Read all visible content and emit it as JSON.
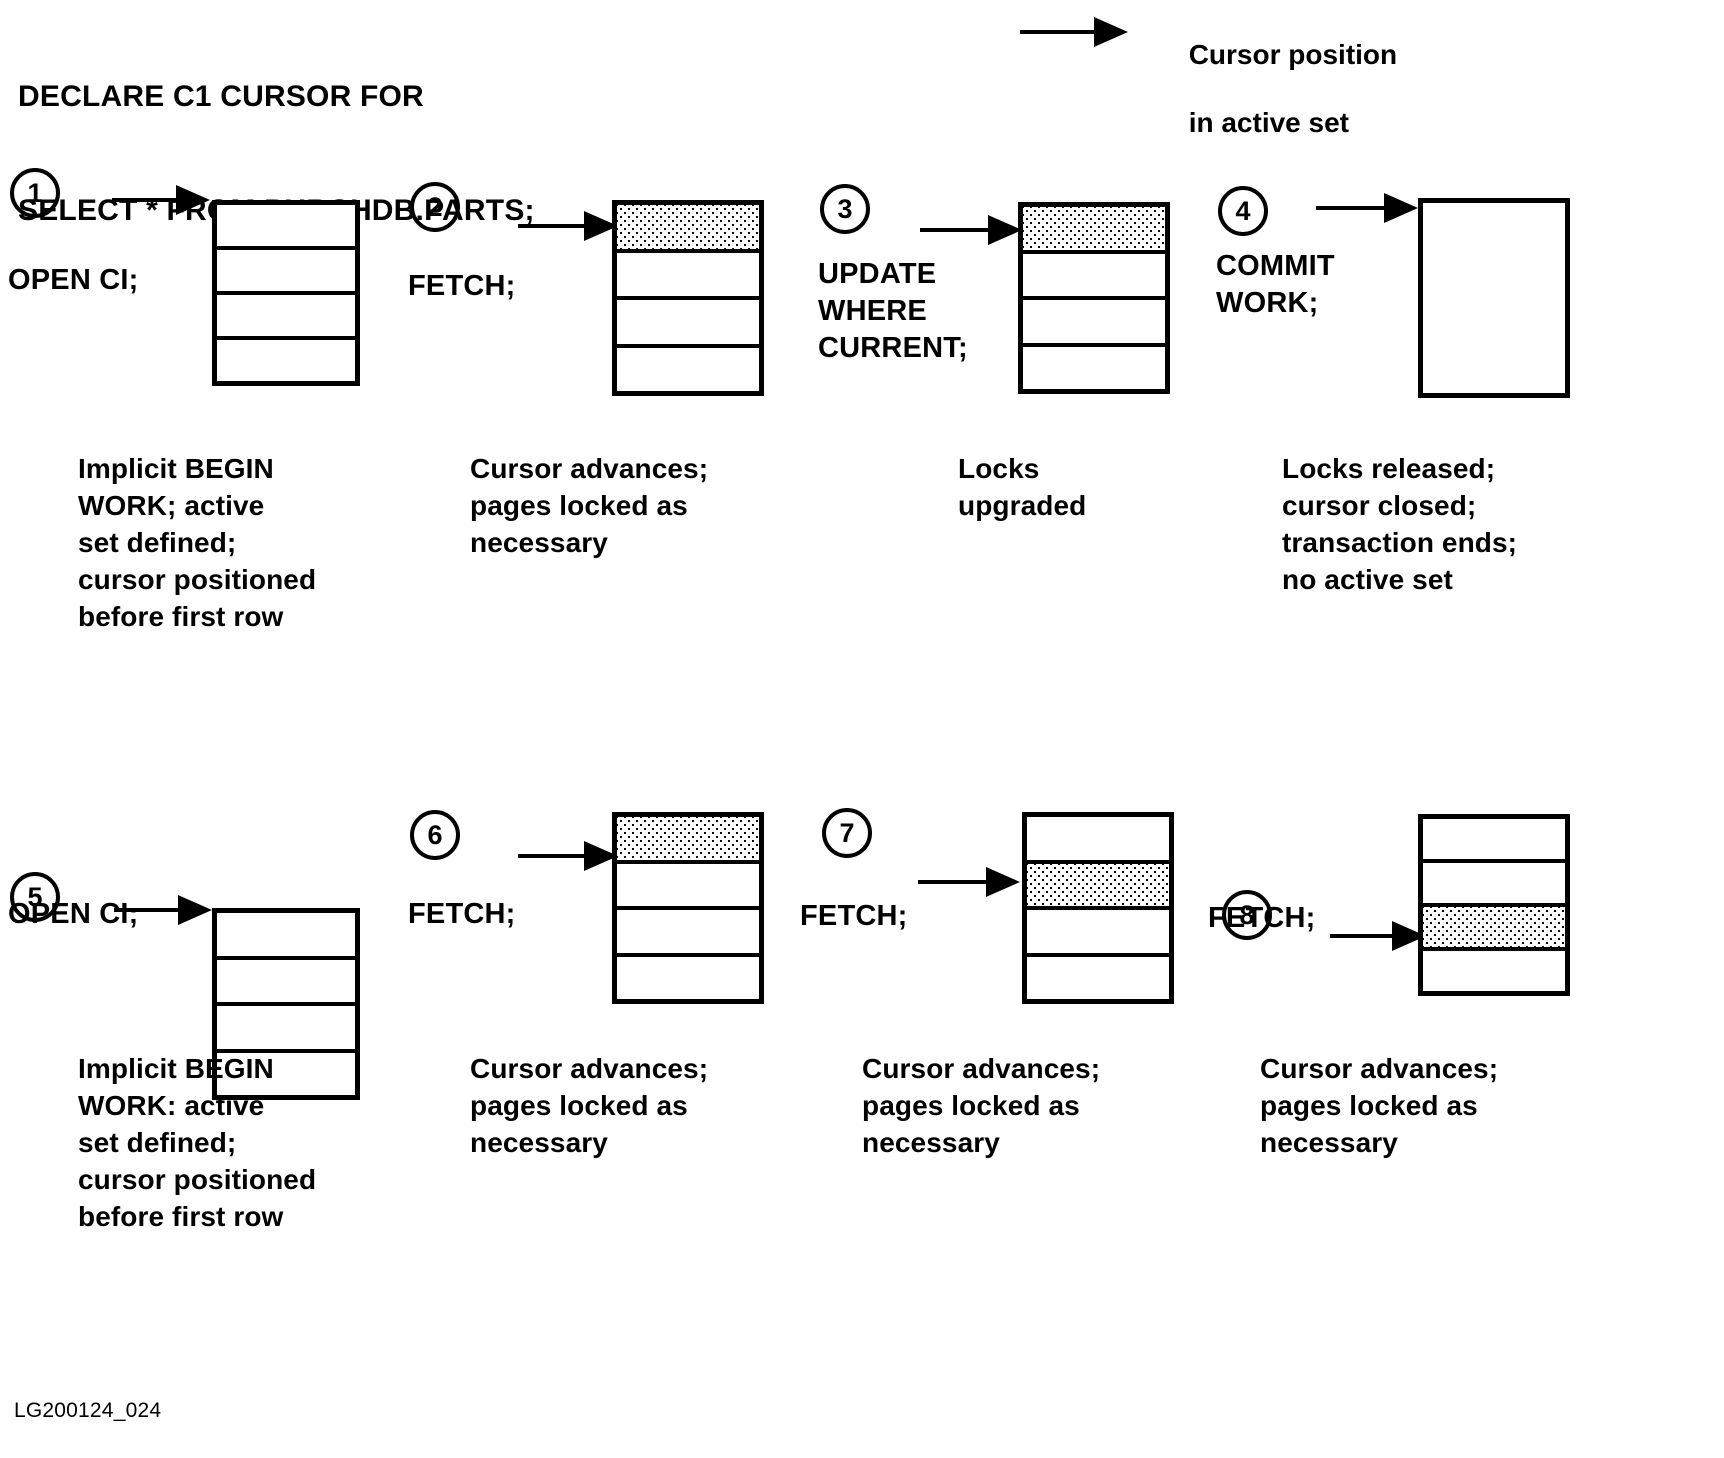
{
  "header": {
    "line1": "DECLARE C1 CURSOR FOR",
    "line2": "SELECT * FROM PURCHDB.PARTS;"
  },
  "legend": {
    "icon": "arrow-right-icon",
    "line1": "Cursor position",
    "line2": "in active set"
  },
  "footer": {
    "label": "LG200124_024"
  },
  "colors": {
    "ink": "#000000",
    "paper": "#ffffff",
    "shading": "#000000 stipple on #ffffff"
  },
  "steps": [
    {
      "number": "1",
      "command": "OPEN CI;",
      "caption": "Implicit BEGIN\nWORK; active\nset defined;\ncursor positioned\nbefore first row",
      "rows": 4,
      "shaded_row": 0,
      "cursor_row": 0,
      "empty_box": false
    },
    {
      "number": "2",
      "command": "FETCH;",
      "caption": "Cursor advances;\npages locked as\nnecessary",
      "rows": 4,
      "shaded_row": 1,
      "cursor_row": 1,
      "empty_box": false
    },
    {
      "number": "3",
      "command": "UPDATE\nWHERE\nCURRENT;",
      "caption": "Locks\nupgraded",
      "rows": 4,
      "shaded_row": 1,
      "cursor_row": 1,
      "empty_box": false
    },
    {
      "number": "4",
      "command": "COMMIT\nWORK;",
      "caption": "Locks released;\ncursor closed;\ntransaction ends;\nno active set",
      "rows": 1,
      "shaded_row": 0,
      "cursor_row": 0,
      "empty_box": true
    },
    {
      "number": "5",
      "command": "OPEN CI;",
      "caption": "Implicit BEGIN\nWORK: active\nset defined;\ncursor positioned\nbefore first row",
      "rows": 4,
      "shaded_row": 0,
      "cursor_row": 0,
      "empty_box": false
    },
    {
      "number": "6",
      "command": "FETCH;",
      "caption": "Cursor advances;\npages locked as\nnecessary",
      "rows": 4,
      "shaded_row": 1,
      "cursor_row": 1,
      "empty_box": false
    },
    {
      "number": "7",
      "command": "FETCH;",
      "caption": "Cursor advances;\npages locked as\nnecessary",
      "rows": 4,
      "shaded_row": 2,
      "cursor_row": 2,
      "empty_box": false
    },
    {
      "number": "8",
      "command": "FETCH;",
      "caption": "Cursor advances;\npages locked as\nnecessary",
      "rows": 4,
      "shaded_row": 3,
      "cursor_row": 3,
      "empty_box": false
    }
  ]
}
